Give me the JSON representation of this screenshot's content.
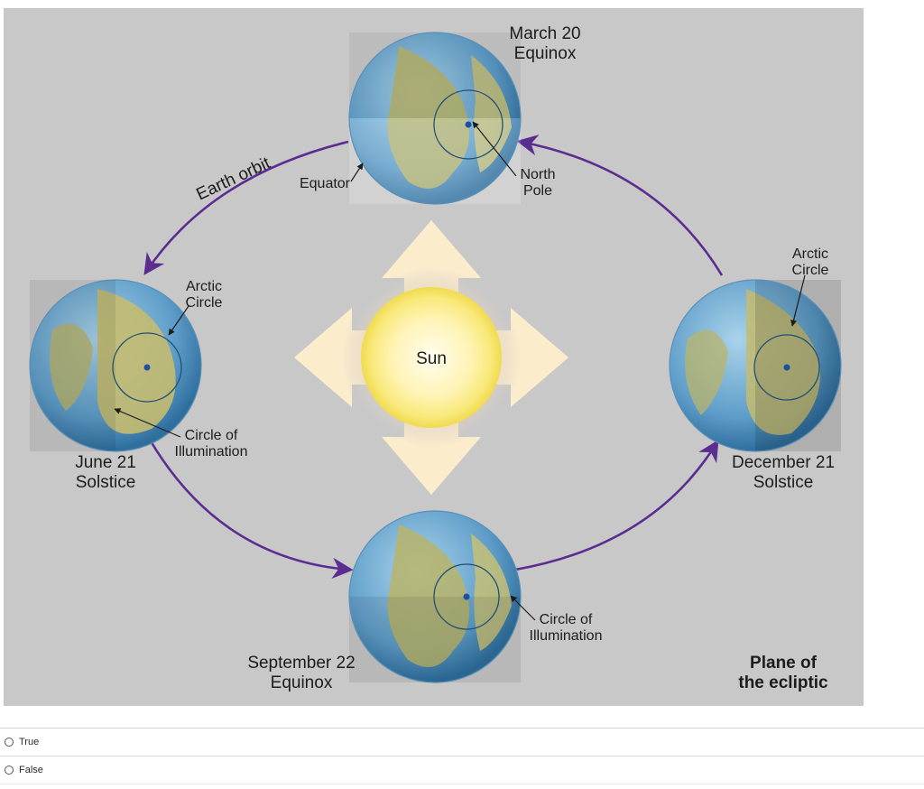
{
  "diagram": {
    "colors": {
      "background": "#c8c8c8",
      "orbit": "#5b2d91",
      "ocean": "#6fa8cf",
      "land": "#b9b46a",
      "sun_core": "#fff6a8",
      "sun_rays": "#fbeccc"
    },
    "labels": {
      "march_date": "March 20",
      "march_event": "Equinox",
      "june_date": "June 21",
      "june_event": "Solstice",
      "september_date": "September 22",
      "september_event": "Equinox",
      "december_date": "December 21",
      "december_event": "Solstice",
      "earth_orbit": "Earth orbit",
      "equator": "Equator",
      "north_pole_1": "North",
      "north_pole_2": "Pole",
      "arctic_1": "Arctic",
      "arctic_2": "Circle",
      "circle_illum_1": "Circle of",
      "circle_illum_2": "Illumination",
      "sun": "Sun",
      "plane_1": "Plane of",
      "plane_2": "the ecliptic"
    }
  },
  "options": [
    {
      "label": "True"
    },
    {
      "label": "False"
    }
  ]
}
